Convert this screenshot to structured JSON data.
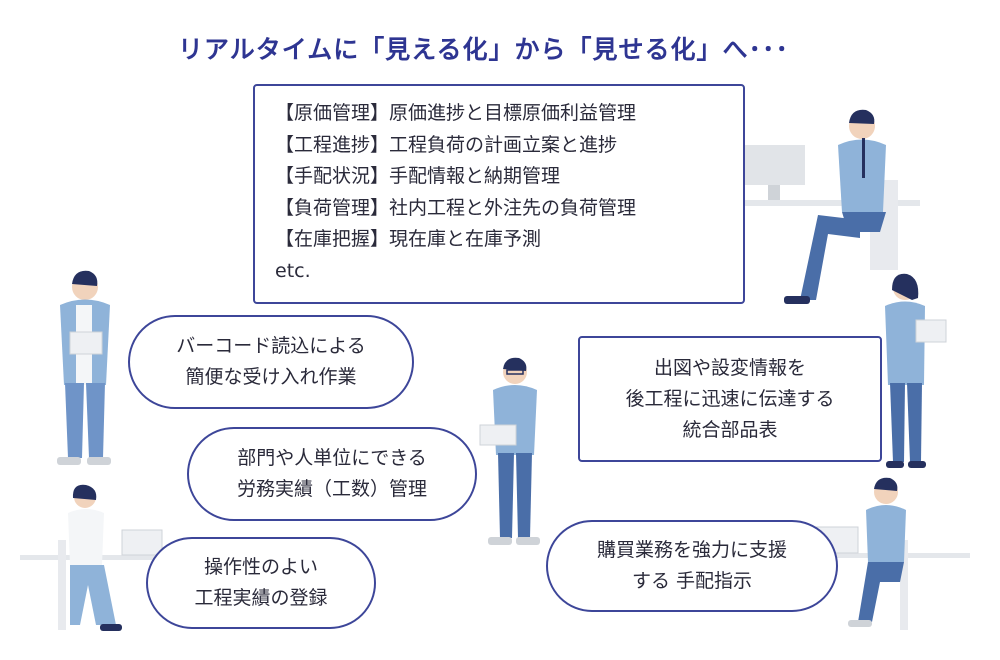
{
  "headline": "リアルタイムに「見える化」から「見せる化」へ･･･",
  "panel": {
    "lines": [
      "【原価管理】原価進捗と目標原価利益管理",
      "【工程進捗】工程負荷の計画立案と進捗",
      "【手配状況】手配情報と納期管理",
      "【負荷管理】社内工程と外注先の負荷管理",
      "【在庫把握】現在庫と在庫予測",
      "etc."
    ]
  },
  "bubbles": {
    "barcode": {
      "line1": "バーコード読込による",
      "line2": "簡便な受け入れ作業"
    },
    "labor": {
      "line1": "部門や人単位にできる",
      "line2": "労務実績（工数）管理"
    },
    "operation": {
      "line1": "操作性のよい",
      "line2": "工程実績の登録"
    },
    "bom": {
      "line1": "出図や設変情報を",
      "line2": "後工程に迅速に伝達する",
      "line3": "統合部品表"
    },
    "purchase": {
      "line1": "購買業務を強力に支援",
      "line2": "する 手配指示"
    }
  },
  "colors": {
    "accent": "#3d4699",
    "headline": "#2e3592",
    "jacket": "#8fb3d9",
    "trousers": "#4a6ea8",
    "hair": "#25305e",
    "skin": "#f1d3bc",
    "furniture": "#e4e7eb"
  }
}
